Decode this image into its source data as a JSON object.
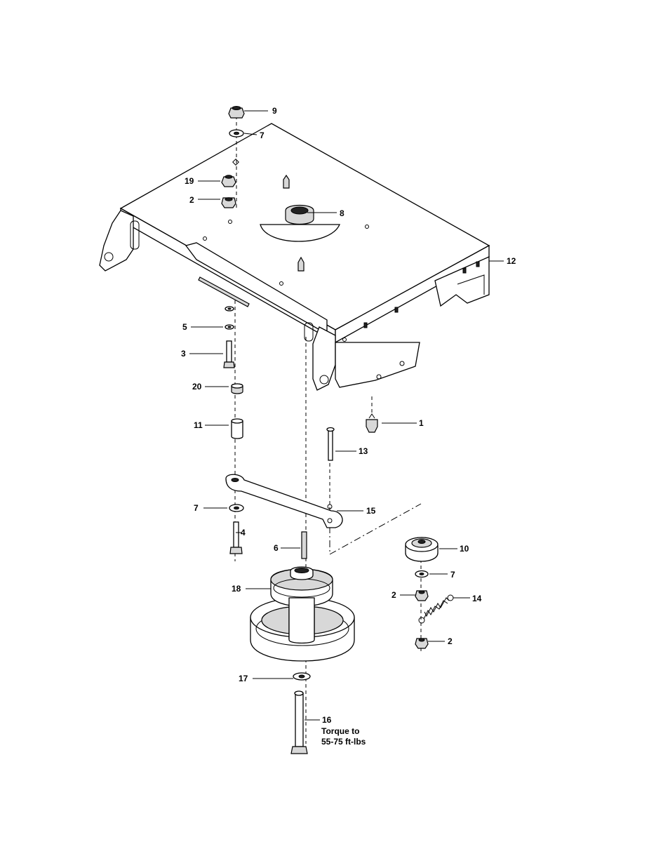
{
  "callouts": {
    "c1": "1",
    "c2a": "2",
    "c2b": "2",
    "c2c": "2",
    "c3": "3",
    "c4": "4",
    "c5": "5",
    "c6": "6",
    "c7a": "7",
    "c7b": "7",
    "c7c": "7",
    "c8": "8",
    "c9": "9",
    "c10": "10",
    "c11": "11",
    "c12": "12",
    "c13": "13",
    "c14": "14",
    "c15": "15",
    "c16": "16",
    "c17": "17",
    "c18": "18",
    "c19": "19",
    "c20": "20"
  },
  "torque_note": {
    "line1": "Torque to",
    "line2": "55-75 ft-lbs"
  }
}
